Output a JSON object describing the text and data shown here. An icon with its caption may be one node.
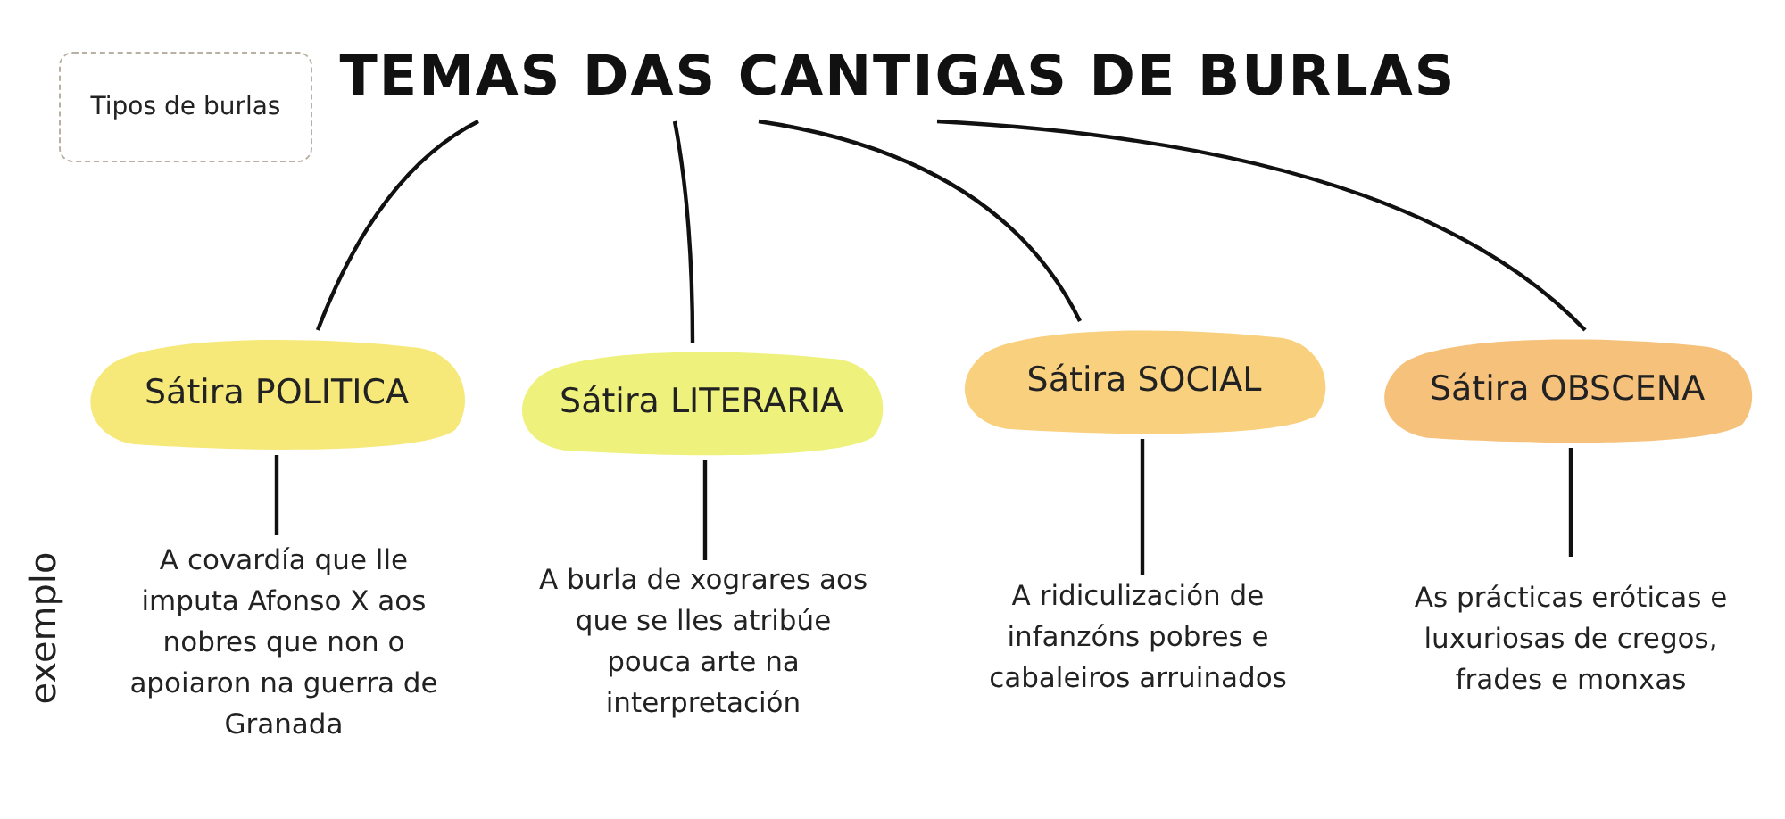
{
  "diagram": {
    "nodes": [
      {
        "text": [
          "TEMAS DAS CANTIGAS DE BURLAS"
        ]
      },
      {
        "text": [
          "Tipos de burlas"
        ]
      },
      {
        "text": [
          "Sátira POLITICA"
        ]
      },
      {
        "text": [
          "Sátira LITERARIA"
        ]
      },
      {
        "text": [
          "Sátira SOCIAL"
        ]
      },
      {
        "text": [
          "Sátira OBSCENA"
        ]
      },
      {
        "text": [
          "A covardía que lle imputa Afonso X aos nobres que non o apoiaron na guerra de Granada"
        ]
      },
      {
        "text": [
          "A burla de xograres aos que se lles atribúe pouca arte na interpretación"
        ]
      },
      {
        "text": [
          "A ridiculización de infanzóns pobres e cabaleiros arruinados"
        ]
      },
      {
        "text": [
          "As prácticas eróticas e luxuriosas de cregos, frades e monxas"
        ]
      }
    ],
    "edges": [
      {
        "from": 0,
        "to": 2,
        "arrow": "none"
      },
      {
        "from": 0,
        "to": 3,
        "arrow": "none"
      },
      {
        "from": 0,
        "to": 4,
        "arrow": "none"
      },
      {
        "from": 0,
        "to": 5,
        "arrow": "none"
      },
      {
        "from": 2,
        "to": 6,
        "arrow": "none"
      },
      {
        "from": 3,
        "to": 7,
        "arrow": "none"
      },
      {
        "from": 4,
        "to": 8,
        "arrow": "none"
      },
      {
        "from": 5,
        "to": 9,
        "arrow": "none"
      }
    ],
    "labels": [
      "exemplo"
    ]
  }
}
